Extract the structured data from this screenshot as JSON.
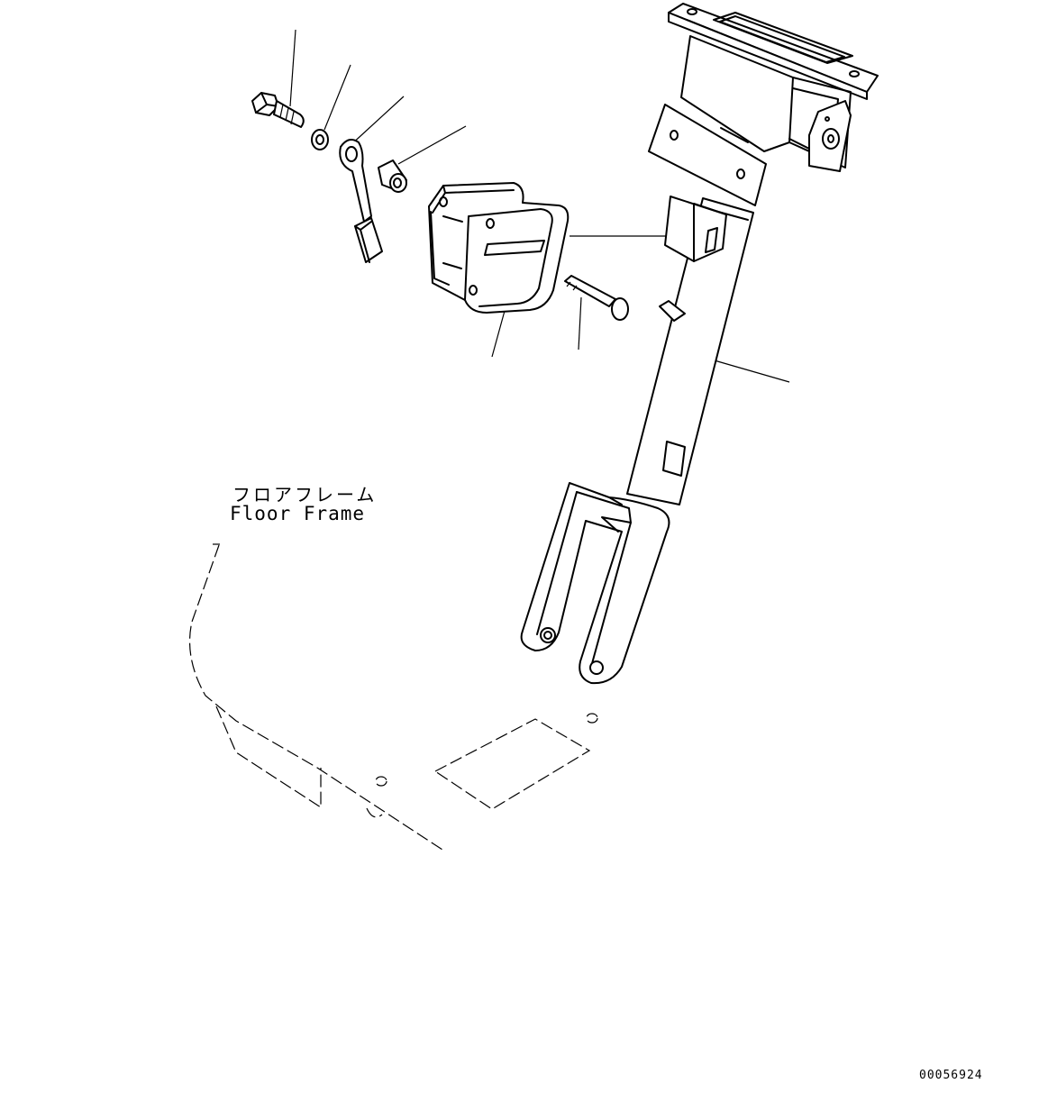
{
  "labels": {
    "floor_frame_jp": "フロアフレーム",
    "floor_frame_en": "Floor Frame",
    "drawing_number": "00056924"
  },
  "colors": {
    "line": "#000000",
    "background": "#ffffff"
  }
}
